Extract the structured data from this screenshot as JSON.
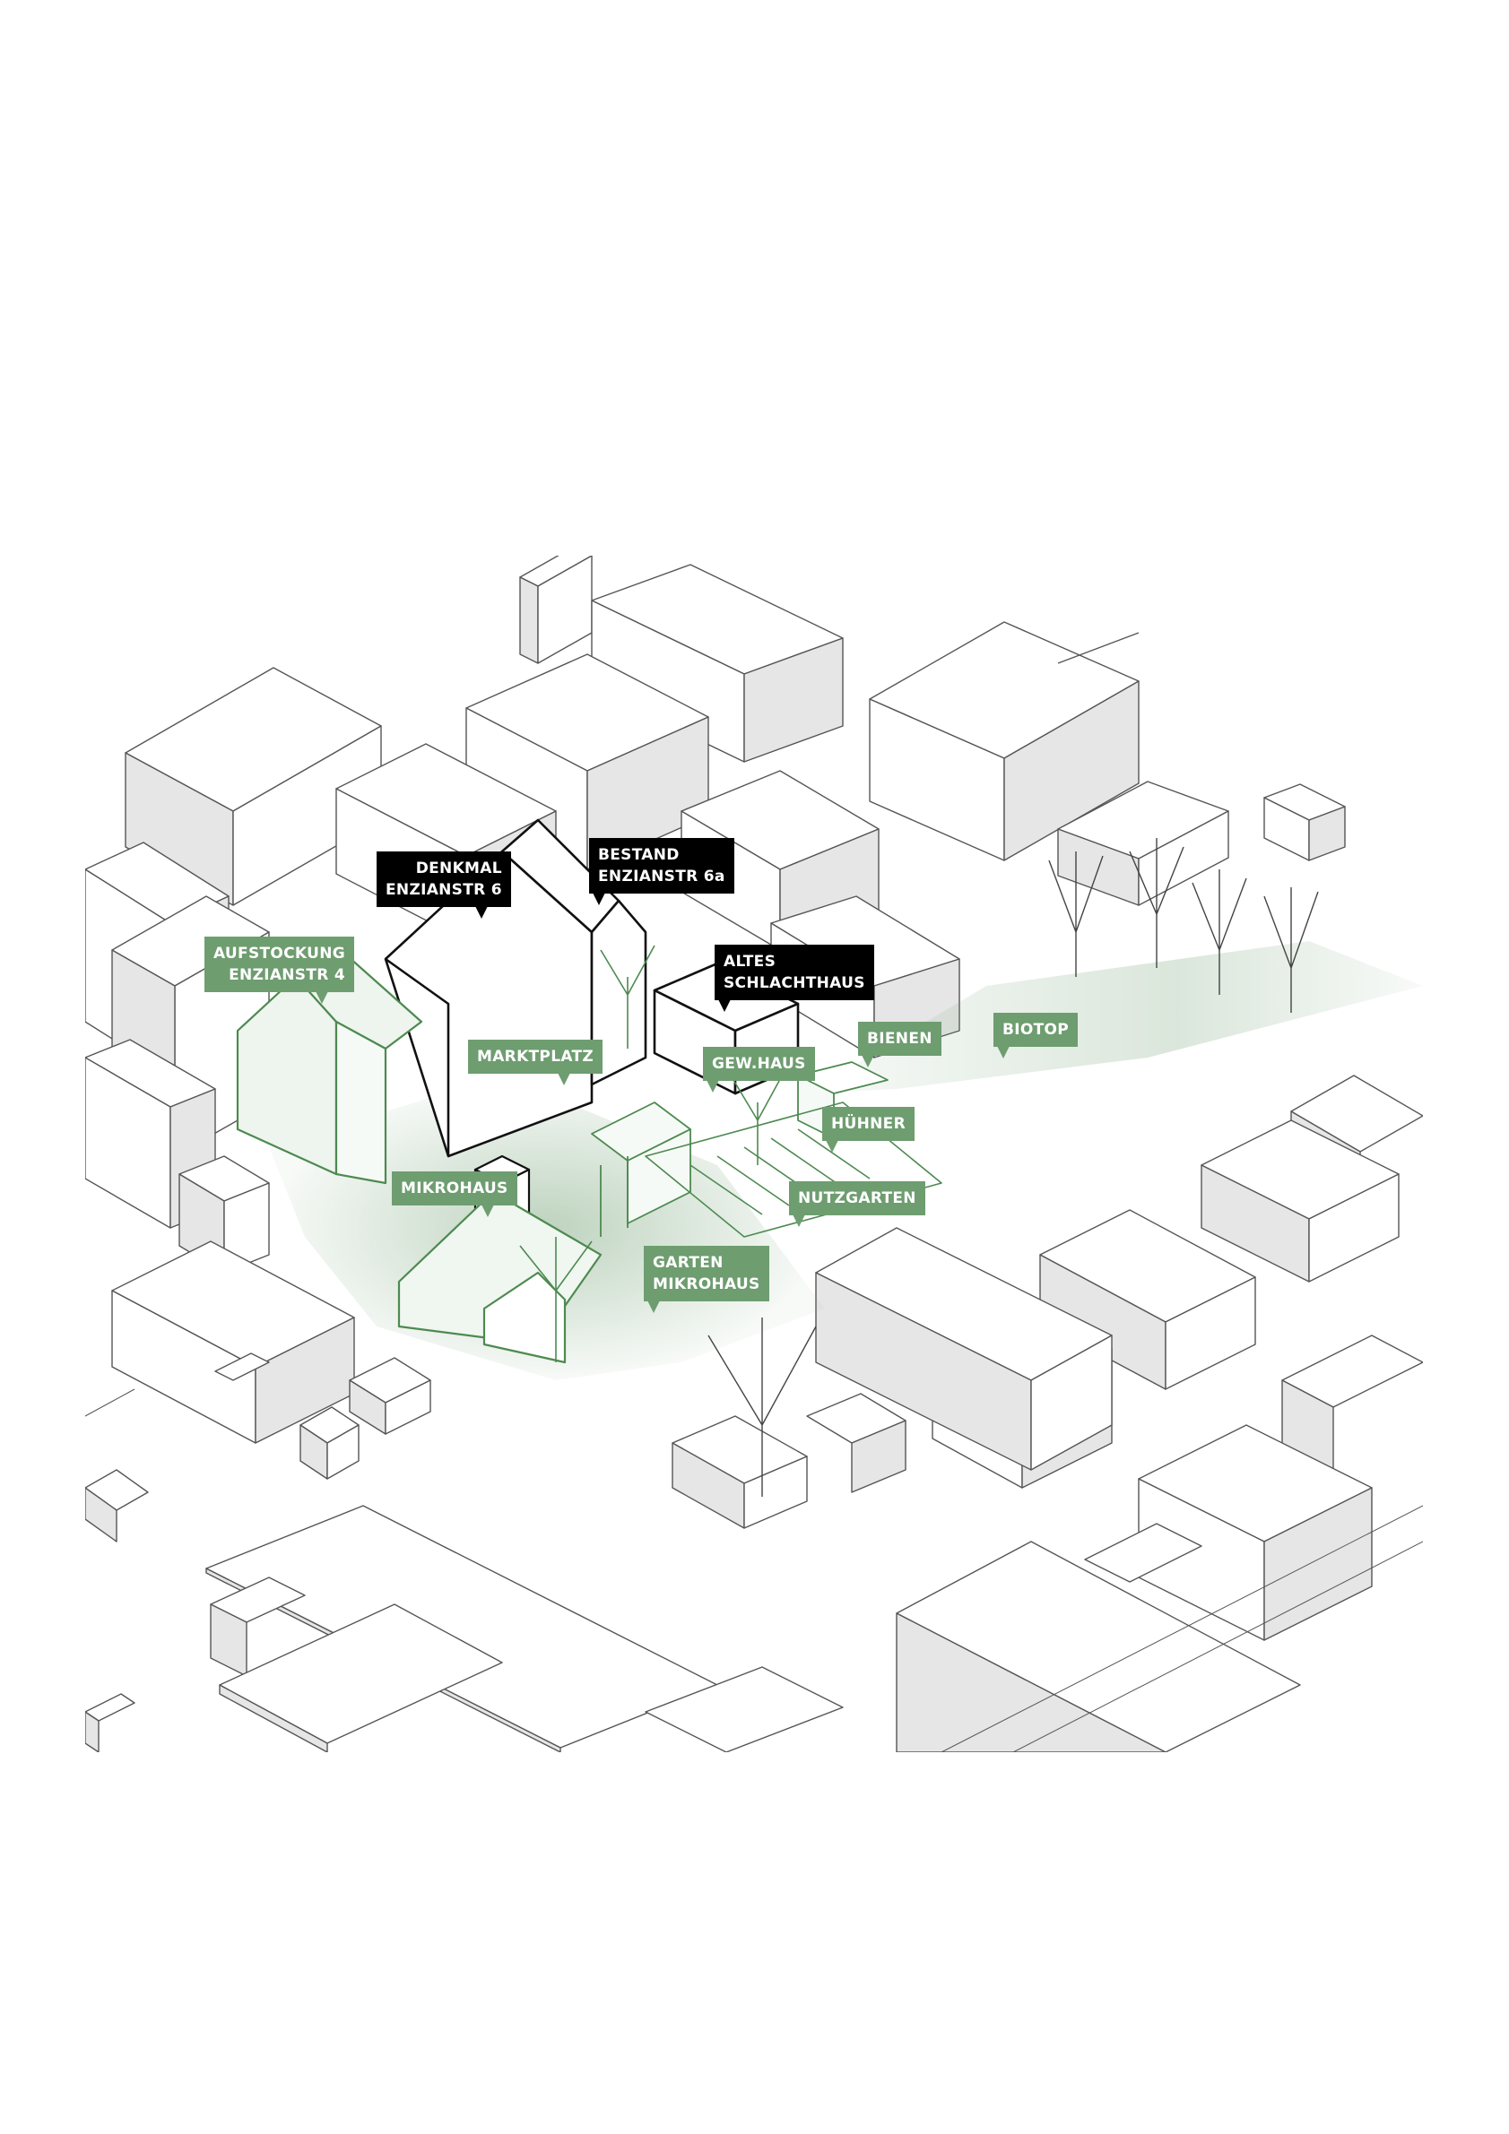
{
  "colors": {
    "green": "#6e9d70",
    "black": "#000000",
    "building_face": "#e8e8e8",
    "building_outline": "#555555"
  },
  "labels": {
    "denkmal": {
      "line1": "DENKMAL",
      "line2": "ENZIANSTR 6"
    },
    "bestand": {
      "line1": "BESTAND",
      "line2": "ENZIANSTR 6a"
    },
    "altes": {
      "line1": "ALTES",
      "line2": "SCHLACHTHAUS"
    },
    "aufstockung": {
      "line1": "AUFSTOCKUNG",
      "line2": "ENZIANSTR 4"
    },
    "marktplatz": "MARKTPLATZ",
    "gewhaus": "GEW.HAUS",
    "bienen": "BIENEN",
    "biotop": "BIOTOP",
    "huehner": "HÜHNER",
    "nutzgarten": "NUTZGARTEN",
    "mikrohaus": "MIKROHAUS",
    "garten": {
      "line1": "GARTEN",
      "line2": "MIKROHAUS"
    }
  }
}
